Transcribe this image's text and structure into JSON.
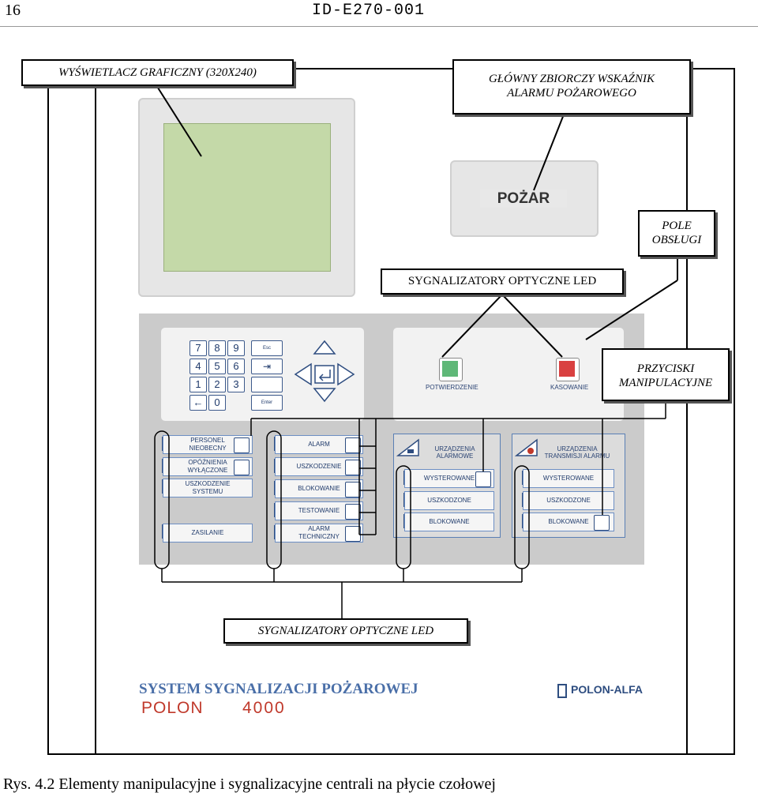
{
  "header": {
    "page_number": "16",
    "doc_id": "ID-E270-001"
  },
  "callouts": {
    "display": "WYŚWIETLACZ GRAFICZNY (320X240)",
    "main_indicator_line1": "GŁÓWNY ZBIORCZY WSKAŹNIK",
    "main_indicator_line2": "ALARMU POŻAROWEGO",
    "control_field_line1": "POLE",
    "control_field_line2": "OBSŁUGI",
    "led_top": "SYGNALIZATORY OPTYCZNE  LED",
    "buttons_line1": "PRZYCISKI",
    "buttons_line2": "MANIPULACYJNE",
    "led_bottom": "SYGNALIZATORY OPTYCZNE  LED"
  },
  "panel": {
    "fire_label": "POŻAR",
    "keypad": {
      "keys": [
        "7",
        "8",
        "9",
        "4",
        "5",
        "6",
        "1",
        "2",
        "3",
        "0"
      ],
      "esc": "Esc",
      "enter": "Enter"
    },
    "confirm_label": "POTWIERDZENIE",
    "reset_label": "KASOWANIE",
    "col1": {
      "items": [
        "PERSONEL NIEOBECNY",
        "OPÓŹNIENIA WYŁĄCZONE",
        "USZKODZENIE SYSTEMU",
        "ZASILANIE"
      ]
    },
    "col2": {
      "items": [
        "ALARM",
        "USZKODZENIE",
        "BLOKOWANIE",
        "TESTOWANIE",
        "ALARM TECHNICZNY"
      ]
    },
    "col3": {
      "title": "URZĄDZENIA ALARMOWE",
      "items": [
        "WYSTEROWANE",
        "USZKODZONE",
        "BLOKOWANE"
      ]
    },
    "col4": {
      "title": "URZĄDZENIA TRANSMISJI ALARMU",
      "items": [
        "WYSTEROWANE",
        "USZKODZONE",
        "BLOKOWANE"
      ]
    }
  },
  "branding": {
    "system_title": "SYSTEM SYGNALIZACJI POŻAROWEJ",
    "product": "POLON",
    "model": "4000",
    "company": "POLON-ALFA"
  },
  "caption": "Rys. 4.2 Elementy manipulacyjne i sygnalizacyjne centrali na płycie czołowej",
  "colors": {
    "lcd": "#c4d9a8",
    "accent_blue": "#4a6fa8",
    "brand_red": "#c0392b",
    "confirm_led": "#5fb878",
    "reset_led": "#d94040"
  }
}
